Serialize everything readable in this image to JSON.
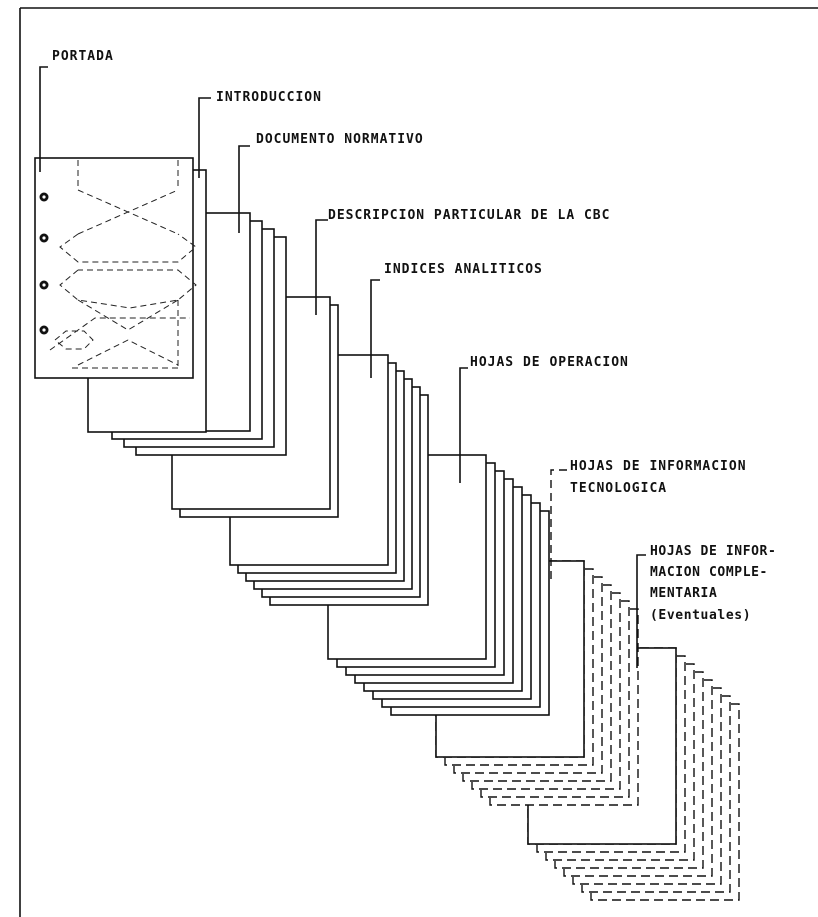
{
  "labels": {
    "portada": "PORTADA",
    "introduccion": "INTRODUCCION",
    "documento_normativo": "DOCUMENTO NORMATIVO",
    "descripcion_particular": "DESCRIPCION PARTICULAR DE LA CBC",
    "indices_analiticos": "INDICES ANALITICOS",
    "hojas_de_operacion": "HOJAS DE OPERACION",
    "hojas_informacion_tecnologica_1": "HOJAS DE INFORMACION",
    "hojas_informacion_tecnologica_2": "TECNOLOGICA",
    "hojas_informacion_complementaria_1": "HOJAS DE INFOR-",
    "hojas_informacion_complementaria_2": "MACION COMPLE-",
    "hojas_informacion_complementaria_3": "MENTARIA",
    "hojas_informacion_complementaria_4": "(Eventuales)"
  }
}
